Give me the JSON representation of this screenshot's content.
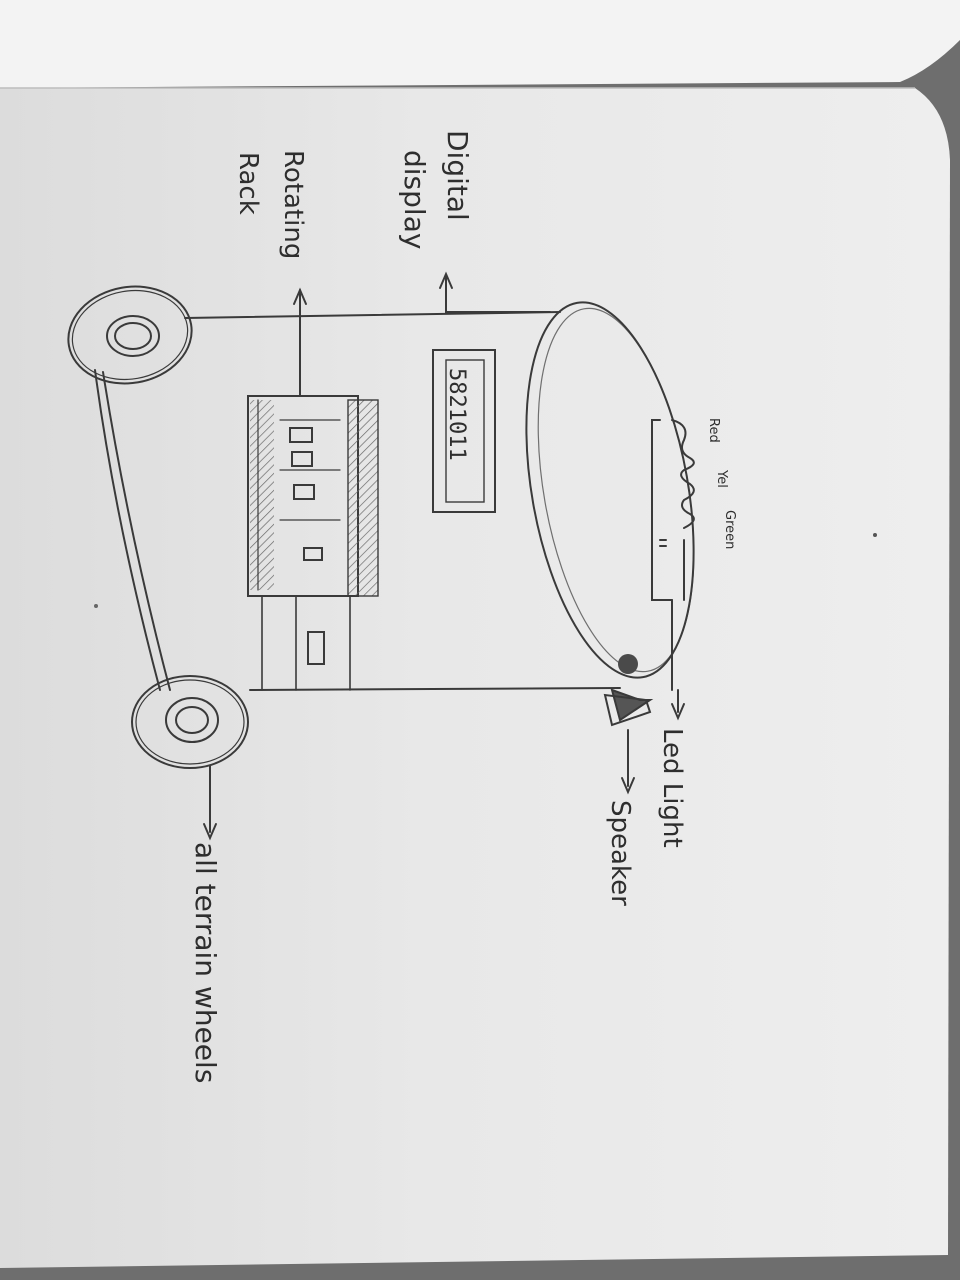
{
  "labels": {
    "digital_display": "Digital display",
    "digital_display_line1": "Digital",
    "digital_display_line2": "display",
    "rotating_rack_line1": "Rotating",
    "rotating_rack_line2": "Rack",
    "led_light": "Led Light",
    "speaker": "Speaker",
    "wheels": "all terrain wheels"
  },
  "display_reading": "5821011",
  "led_colors": {
    "red": "Red",
    "yellow": "Yel",
    "green": "Green"
  },
  "colors": {
    "paper": "#e9e9e9",
    "paper_top": "#f1f1f1",
    "pencil": "#3a3a3a",
    "background": "#6e6e6e"
  }
}
